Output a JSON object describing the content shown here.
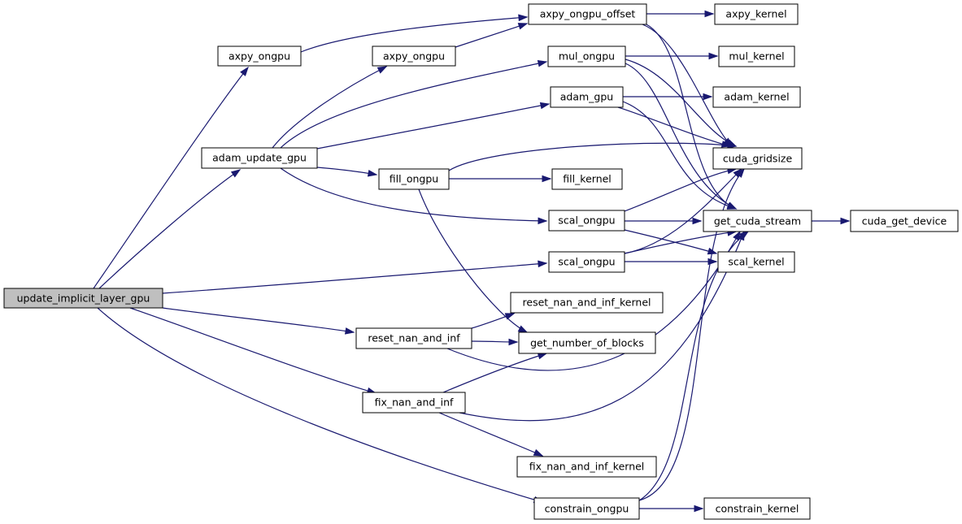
{
  "colors": {
    "edge": "#191970",
    "root_fill": "#bfbfbf",
    "node_fill": "#ffffff",
    "node_border": "#000000"
  },
  "nodes": {
    "update_implicit_layer_gpu": "update_implicit_layer_gpu",
    "axpy_ongpu_a": "axpy_ongpu",
    "adam_update_gpu": "adam_update_gpu",
    "axpy_ongpu_b": "axpy_ongpu",
    "axpy_ongpu_offset": "axpy_ongpu_offset",
    "axpy_kernel": "axpy_kernel",
    "mul_ongpu": "mul_ongpu",
    "mul_kernel": "mul_kernel",
    "adam_gpu": "adam_gpu",
    "adam_kernel": "adam_kernel",
    "fill_ongpu": "fill_ongpu",
    "fill_kernel": "fill_kernel",
    "cuda_gridsize": "cuda_gridsize",
    "scal_ongpu_a": "scal_ongpu",
    "get_cuda_stream": "get_cuda_stream",
    "cuda_get_device": "cuda_get_device",
    "scal_ongpu_b": "scal_ongpu",
    "scal_kernel": "scal_kernel",
    "reset_nan_and_inf": "reset_nan_and_inf",
    "reset_nan_and_inf_kernel": "reset_nan_and_inf_kernel",
    "get_number_of_blocks": "get_number_of_blocks",
    "fix_nan_and_inf": "fix_nan_and_inf",
    "fix_nan_and_inf_kernel": "fix_nan_and_inf_kernel",
    "constrain_ongpu": "constrain_ongpu",
    "constrain_kernel": "constrain_kernel"
  },
  "edges": [
    [
      "update_implicit_layer_gpu",
      "axpy_ongpu_a"
    ],
    [
      "update_implicit_layer_gpu",
      "adam_update_gpu"
    ],
    [
      "update_implicit_layer_gpu",
      "scal_ongpu_b"
    ],
    [
      "update_implicit_layer_gpu",
      "reset_nan_and_inf"
    ],
    [
      "update_implicit_layer_gpu",
      "fix_nan_and_inf"
    ],
    [
      "update_implicit_layer_gpu",
      "constrain_ongpu"
    ],
    [
      "axpy_ongpu_a",
      "axpy_ongpu_offset"
    ],
    [
      "adam_update_gpu",
      "axpy_ongpu_b"
    ],
    [
      "adam_update_gpu",
      "mul_ongpu"
    ],
    [
      "adam_update_gpu",
      "adam_gpu"
    ],
    [
      "adam_update_gpu",
      "fill_ongpu"
    ],
    [
      "adam_update_gpu",
      "scal_ongpu_a"
    ],
    [
      "axpy_ongpu_b",
      "axpy_ongpu_offset"
    ],
    [
      "axpy_ongpu_offset",
      "axpy_kernel"
    ],
    [
      "axpy_ongpu_offset",
      "cuda_gridsize"
    ],
    [
      "axpy_ongpu_offset",
      "get_cuda_stream"
    ],
    [
      "mul_ongpu",
      "mul_kernel"
    ],
    [
      "mul_ongpu",
      "cuda_gridsize"
    ],
    [
      "mul_ongpu",
      "get_cuda_stream"
    ],
    [
      "adam_gpu",
      "adam_kernel"
    ],
    [
      "adam_gpu",
      "cuda_gridsize"
    ],
    [
      "adam_gpu",
      "get_cuda_stream"
    ],
    [
      "fill_ongpu",
      "fill_kernel"
    ],
    [
      "fill_ongpu",
      "cuda_gridsize"
    ],
    [
      "fill_ongpu",
      "get_number_of_blocks"
    ],
    [
      "scal_ongpu_a",
      "cuda_gridsize"
    ],
    [
      "scal_ongpu_a",
      "get_cuda_stream"
    ],
    [
      "scal_ongpu_a",
      "scal_kernel"
    ],
    [
      "scal_ongpu_b",
      "cuda_gridsize"
    ],
    [
      "scal_ongpu_b",
      "get_cuda_stream"
    ],
    [
      "scal_ongpu_b",
      "scal_kernel"
    ],
    [
      "get_cuda_stream",
      "cuda_get_device"
    ],
    [
      "reset_nan_and_inf",
      "reset_nan_and_inf_kernel"
    ],
    [
      "reset_nan_and_inf",
      "get_number_of_blocks"
    ],
    [
      "reset_nan_and_inf",
      "get_cuda_stream"
    ],
    [
      "fix_nan_and_inf",
      "get_number_of_blocks"
    ],
    [
      "fix_nan_and_inf",
      "get_cuda_stream"
    ],
    [
      "fix_nan_and_inf",
      "fix_nan_and_inf_kernel"
    ],
    [
      "constrain_ongpu",
      "constrain_kernel"
    ],
    [
      "constrain_ongpu",
      "cuda_gridsize"
    ],
    [
      "constrain_ongpu",
      "get_cuda_stream"
    ]
  ]
}
